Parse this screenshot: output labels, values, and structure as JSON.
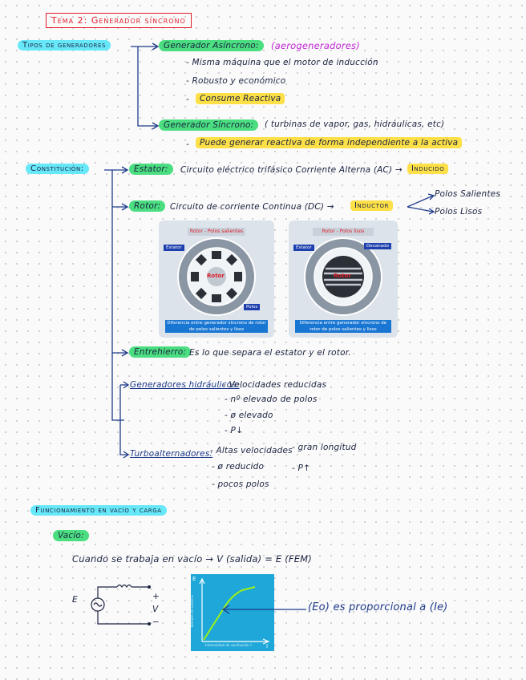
{
  "title": "Tema 2: Generador síncrono",
  "tipos": {
    "label": "Tipos de generadores",
    "asincrono": {
      "label": "Generador Asíncrono:",
      "note": "(aerogeneradores)",
      "items": [
        "- Misma máquina que el motor de inducción",
        "- Robusto y económico"
      ],
      "consumo": "Consume Reactiva"
    },
    "sincrono": {
      "label": "Generador Síncrono:",
      "note": "( turbinas de vapor, gas, hidráulicas, etc)",
      "item": "Puede generar reactiva de forma independiente a la activa"
    }
  },
  "constitucion": {
    "label": "Constitución:",
    "estator": {
      "label": "Estator:",
      "text": "Circuito eléctrico trifásico Corriente Alterna (AC) →",
      "tag": "Inducido"
    },
    "rotor": {
      "label": "Rotor:",
      "text": "Circuito de corriente Continua (DC) →",
      "tag": "Inductor",
      "polos": [
        "Polos Salientes",
        "Polos Lisos"
      ]
    },
    "diagram1": {
      "top": "Rotor - Polos salientes",
      "center": "Rotor",
      "left": "Estator",
      "right": "Polos",
      "caption": "Diferencia entre generador síncrono de rotor de polos salientes y lisos"
    },
    "diagram2": {
      "top": "Rotor - Polos lisos",
      "center": "Rotor",
      "left": "Estator",
      "right": "Devanado",
      "caption": "Diferencia entre generador síncrono de rotor de polos salientes y lisos"
    },
    "entrehierro": {
      "label": "Entrehierro:",
      "text": "Es lo que separa el estator y el rotor."
    },
    "hidraulicos": {
      "label": "Generadores hidráulicos:",
      "items": [
        "- Velocidades reducidas",
        "- nº elevado de polos",
        "- ø elevado",
        "- P↓"
      ]
    },
    "turbo": {
      "label": "Turboalternadores:",
      "items": [
        "- Altas velocidades",
        "- gran longitud",
        "- ø reducido",
        "- P↑",
        "- pocos polos"
      ]
    }
  },
  "funcionamiento": {
    "label": "Funcionamiento en vacío y carga",
    "vacio": {
      "label": "Vacío:",
      "text": "Cuando se trabaja en vacío →    V (salida) = E (FEM)"
    },
    "circuit": {
      "e": "E",
      "v": "V",
      "plus": "+",
      "minus": "−"
    },
    "plot": {
      "xlabel": "Intensidad de excitación I",
      "ylabel": "Tensión en vacío E",
      "yaxis": "E",
      "xaxis": "I"
    },
    "note": "(Eo) es proporcional a (Ie)"
  },
  "colors": {
    "green": "#4ade80",
    "cyan": "#67e8f9",
    "yellow": "#fde047",
    "red": "#e11d2a",
    "blue": "#1976d2"
  }
}
